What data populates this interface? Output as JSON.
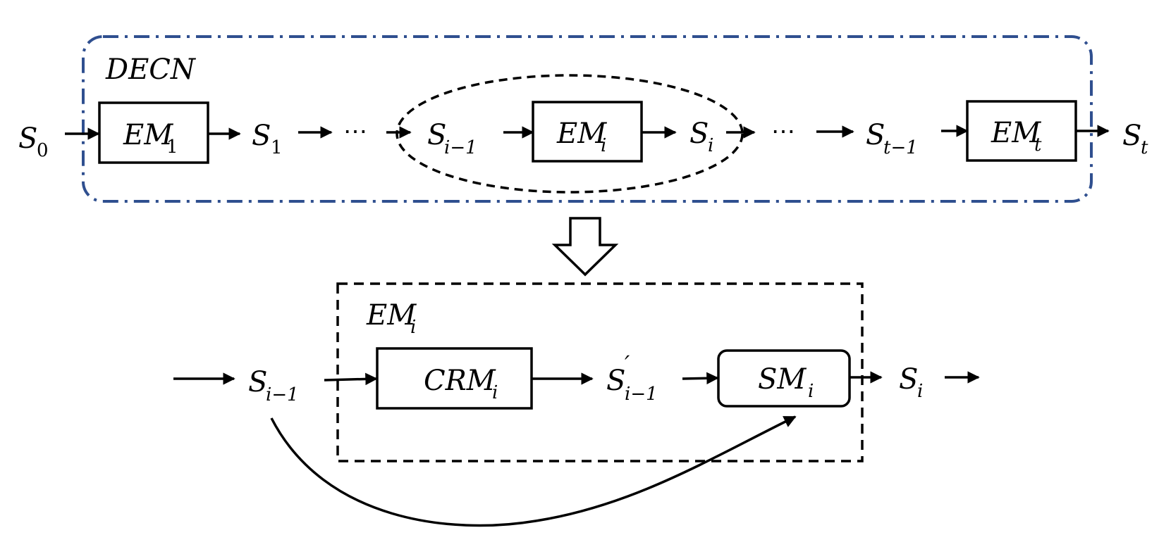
{
  "diagram": {
    "outer_label": "DECN",
    "top_row": {
      "s0": {
        "base": "S",
        "sub": "0"
      },
      "em1": {
        "base": "EM",
        "sub": "1"
      },
      "s1": {
        "base": "S",
        "sub": "1"
      },
      "dots1": "⋯",
      "s_im1": {
        "base": "S",
        "sub": "i−1"
      },
      "emi": {
        "base": "EM",
        "sub": "i"
      },
      "si": {
        "base": "S",
        "sub": "i"
      },
      "dots2": "⋯",
      "s_tm1": {
        "base": "S",
        "sub": "t−1"
      },
      "emt": {
        "base": "EM",
        "sub": "t"
      },
      "st": {
        "base": "S",
        "sub": "t"
      }
    },
    "detail": {
      "label": {
        "base": "EM",
        "sub": "i"
      },
      "input": {
        "base": "S",
        "sub": "i−1"
      },
      "crm": {
        "base": "CRM",
        "sub": "i"
      },
      "intermediate": {
        "base": "S",
        "prime": "′",
        "sub": "i−1"
      },
      "sm": {
        "base": "SM",
        "sub": "i"
      },
      "output": {
        "base": "S",
        "sub": "i"
      }
    },
    "colors": {
      "outer_border": "#2f4f8f",
      "stroke": "#000000"
    }
  }
}
